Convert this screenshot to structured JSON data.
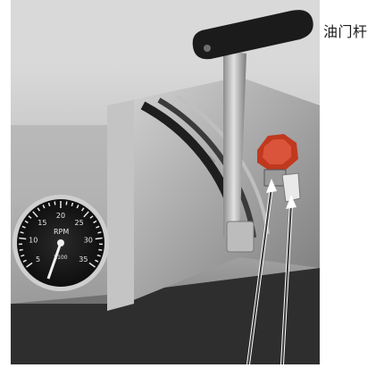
{
  "annotation": {
    "label": "油门杆"
  },
  "gauge": {
    "unit": "RPM",
    "subunit": "X100",
    "ticks": [
      "5",
      "10",
      "15",
      "20",
      "25",
      "30",
      "35"
    ]
  },
  "icons": {
    "throttle_knob": "throttle-lever-knob",
    "gear_knob": "red-gear-knob"
  },
  "colors": {
    "knob_red": "#c0391f",
    "lever_black": "#1b1b1b",
    "panel_gray": "#9d9d9d"
  }
}
